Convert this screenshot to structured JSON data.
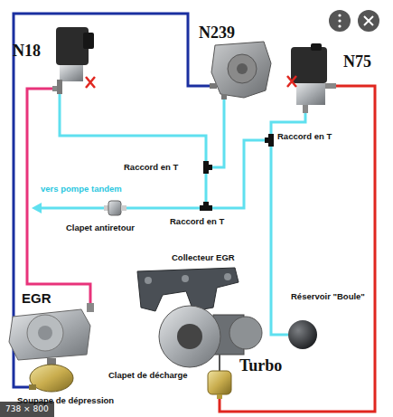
{
  "diagram": {
    "nodes": [
      {
        "text": [
          "N18"
        ]
      },
      {
        "text": [
          "N239"
        ]
      },
      {
        "text": [
          "N75"
        ]
      },
      {
        "text": [
          "Raccord en T"
        ]
      },
      {
        "text": [
          "Raccord en T"
        ]
      },
      {
        "text": [
          "Raccord en T"
        ]
      },
      {
        "text": [
          "Clapet antiretour"
        ]
      },
      {
        "text": [
          "EGR"
        ]
      },
      {
        "text": [
          "Soupape de dépression"
        ]
      },
      {
        "text": [
          "Collecteur EGR"
        ]
      },
      {
        "text": [
          "Turbo"
        ]
      },
      {
        "text": [
          "Clapet de décharge"
        ]
      },
      {
        "text": [
          "Réservoir \"Boule\""
        ]
      }
    ],
    "edges": [
      {
        "from": 1,
        "to": 8,
        "arrow": "none"
      },
      {
        "from": 0,
        "to": 7,
        "arrow": "none"
      },
      {
        "from": 0,
        "to": 3,
        "arrow": "none"
      },
      {
        "from": 1,
        "to": 3,
        "arrow": "none"
      },
      {
        "from": 3,
        "to": 5,
        "arrow": "none"
      },
      {
        "from": 2,
        "to": 4,
        "arrow": "none"
      },
      {
        "from": 4,
        "to": 5,
        "arrow": "none"
      },
      {
        "from": 4,
        "to": 12,
        "arrow": "none"
      },
      {
        "from": 5,
        "to": 6,
        "arrow": "none"
      },
      {
        "from": 2,
        "to": 11,
        "arrow": "none"
      }
    ],
    "labels": [
      "vers pompe tandem",
      "738 × 800"
    ]
  }
}
